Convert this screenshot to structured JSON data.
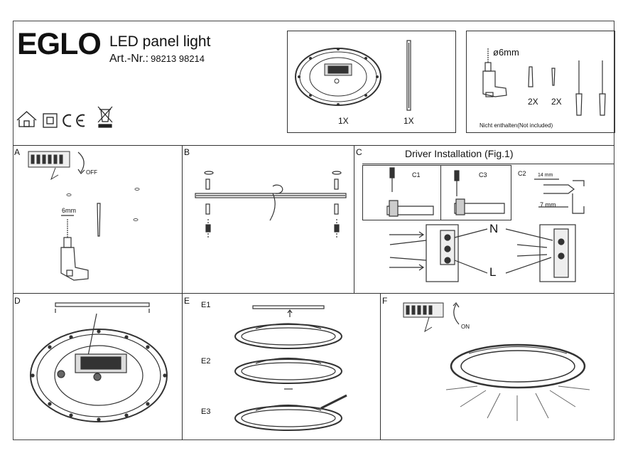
{
  "header": {
    "brand": "EGLO",
    "product": "LED panel light",
    "art_label": "Art.-Nr.:",
    "art_numbers": "98213 98214"
  },
  "contents": {
    "panel_qty": "1X",
    "bracket_qty": "1X"
  },
  "tools": {
    "drill_size": "ø6mm",
    "dowel_qty": "2X",
    "screw_qty": "2X",
    "note": "Nicht enthalten(Not included)"
  },
  "sections": {
    "A": "A",
    "B": "B",
    "C": "C",
    "D": "D",
    "E": "E",
    "F": "F"
  },
  "section_a": {
    "switch_state": "OFF",
    "drill_size": "6mm"
  },
  "section_c": {
    "title": "Driver Installation (Fig.1)",
    "c1": "C1",
    "c3": "C3",
    "c2": "C2",
    "strip_length": "14 mm",
    "wire_length": "7 mm",
    "n_label": "N",
    "l_label": "L"
  },
  "section_e": {
    "e1": "E1",
    "e2": "E2",
    "e3": "E3"
  },
  "section_f": {
    "switch_state": "ON"
  },
  "colors": {
    "line": "#333333",
    "text": "#111111"
  },
  "icons": [
    "indoor-house-icon",
    "class-ii-icon",
    "ce-mark-icon",
    "weee-bin-icon",
    "drill-icon",
    "screwdriver-icon"
  ]
}
